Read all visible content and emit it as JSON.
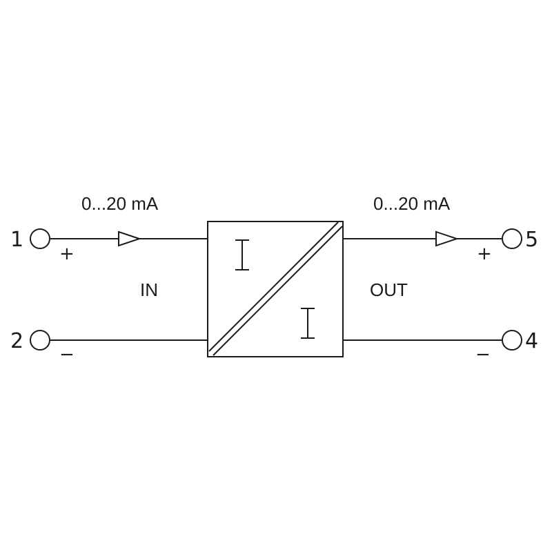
{
  "input": {
    "current_range": "0...20 mA",
    "side_label": "IN",
    "terminal_plus": "1",
    "terminal_minus": "2",
    "plus_sign": "+",
    "minus_sign": "−"
  },
  "output": {
    "current_range": "0...20 mA",
    "side_label": "OUT",
    "terminal_plus": "5",
    "terminal_minus": "4",
    "plus_sign": "+",
    "minus_sign": "−"
  },
  "converter": {
    "input_symbol": "I",
    "output_symbol": "I"
  }
}
